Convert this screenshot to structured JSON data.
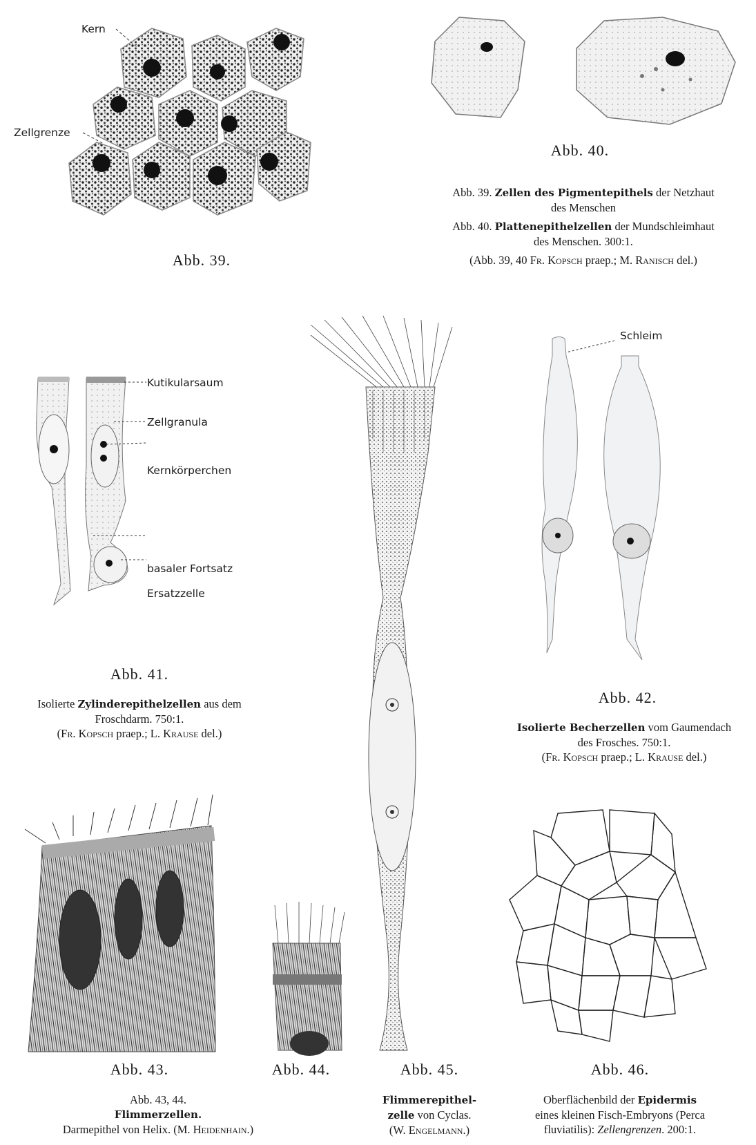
{
  "figures": {
    "abb39": {
      "label": "Abb. 39.",
      "annotations": {
        "kern": "Kern",
        "zellgrenze": "Zellgrenze"
      }
    },
    "abb40": {
      "label": "Abb. 40."
    },
    "abb41": {
      "label": "Abb. 41.",
      "annotations": {
        "kutikularsaum": "Kutikularsaum",
        "zellgranula": "Zellgranula",
        "kernkoerperchen": "Kernkörperchen",
        "basaler_fortsatz": "basaler Fortsatz",
        "ersatzzelle": "Ersatzzelle"
      }
    },
    "abb42": {
      "label": "Abb. 42.",
      "annotations": {
        "schleim": "Schleim"
      }
    },
    "abb43": {
      "label": "Abb. 43."
    },
    "abb44": {
      "label": "Abb. 44."
    },
    "abb45": {
      "label": "Abb. 45."
    },
    "abb46": {
      "label": "Abb. 46."
    }
  },
  "captions": {
    "c39": {
      "prefix": "Abb. 39.",
      "bold": "Zellen des Pigmentepithels",
      "rest": "der Netzhaut",
      "line2": "des Menschen"
    },
    "c40": {
      "prefix": "Abb. 40.",
      "bold": "Plattenepithelzellen",
      "rest": "der Mundschleimhaut",
      "line2": "des Menschen. 300:1."
    },
    "c39_40_credit": {
      "a": "(Abb. 39, 40",
      "b": "Fr. Kopsch",
      "c": "praep.; M.",
      "d": "Ranisch",
      "e": "del.)"
    },
    "c41": {
      "a": "Isolierte",
      "bold": "Zylinderepithelzellen",
      "b": "aus dem",
      "line2": "Froschdarm. 750:1.",
      "credit_a": "(",
      "credit_b": "Fr. Kopsch",
      "credit_c": "praep.; L.",
      "credit_d": "Krause",
      "credit_e": "del.)"
    },
    "c42": {
      "bold": "Isolierte Becherzellen",
      "a": "vom Gaumendach",
      "line2": "des Frosches. 750:1.",
      "credit_a": "(",
      "credit_b": "Fr. Kopsch",
      "credit_c": "praep.; L.",
      "credit_d": "Krause",
      "credit_e": "del.)"
    },
    "c43_44": {
      "line1": "Abb. 43, 44.",
      "bold": "Flimmerzellen.",
      "line3a": "Darmepithel von Helix. (M.",
      "line3b": "Heidenhain",
      "line3c": ".)"
    },
    "c45": {
      "bold1": "Flimmerepithel-",
      "bold2": "zelle",
      "a": "von Cyclas.",
      "credit_a": "(W.",
      "credit_b": "Engelmann",
      "credit_c": ".)"
    },
    "c46": {
      "a": "Oberflächenbild der",
      "bold": "Epidermis",
      "line2": "eines kleinen Fisch-Embryons (Perca",
      "line3a": "fluviatilis):",
      "line3i": "Zellengrenzen",
      "line3b": ". 200:1."
    }
  }
}
